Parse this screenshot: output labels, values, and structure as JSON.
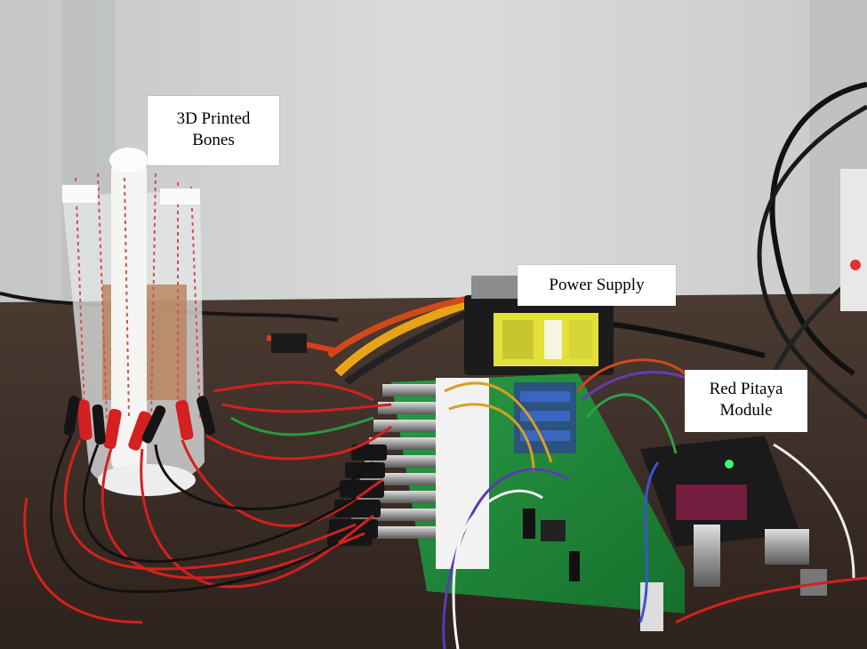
{
  "labels": {
    "bones": {
      "line1": "3D Printed",
      "line2": "Bones"
    },
    "power_supply": {
      "text": "Power Supply"
    },
    "red_pitaya": {
      "line1": "Red Pitaya",
      "line2": "Module"
    }
  },
  "colors": {
    "wall": "#d3d6d4",
    "table": "#3a2a22",
    "pcb": "#1f8a3a",
    "wire_red": "#d42020",
    "wire_black": "#111111"
  }
}
